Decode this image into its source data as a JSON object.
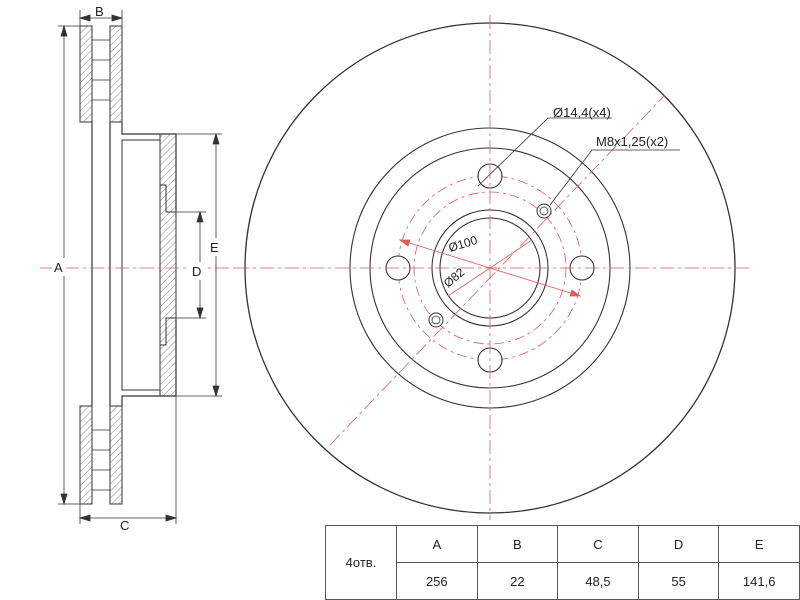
{
  "side_view": {
    "dim_labels": {
      "A": "A",
      "B": "B",
      "C": "C",
      "D": "D",
      "E": "E"
    }
  },
  "front_view": {
    "callouts": {
      "bolt_hole": "Ø14,4(x4)",
      "thread_hole": "M8x1,25(x2)",
      "pcd": "Ø100",
      "center_bore": "Ø82"
    }
  },
  "spec_table": {
    "row_label": "4отв.",
    "headers": [
      "A",
      "B",
      "C",
      "D",
      "E"
    ],
    "values": [
      "256",
      "22",
      "48,5",
      "55",
      "141,6"
    ]
  },
  "colors": {
    "line": "#333333",
    "centerline": "#e05a5a",
    "hatch": "#555555"
  }
}
